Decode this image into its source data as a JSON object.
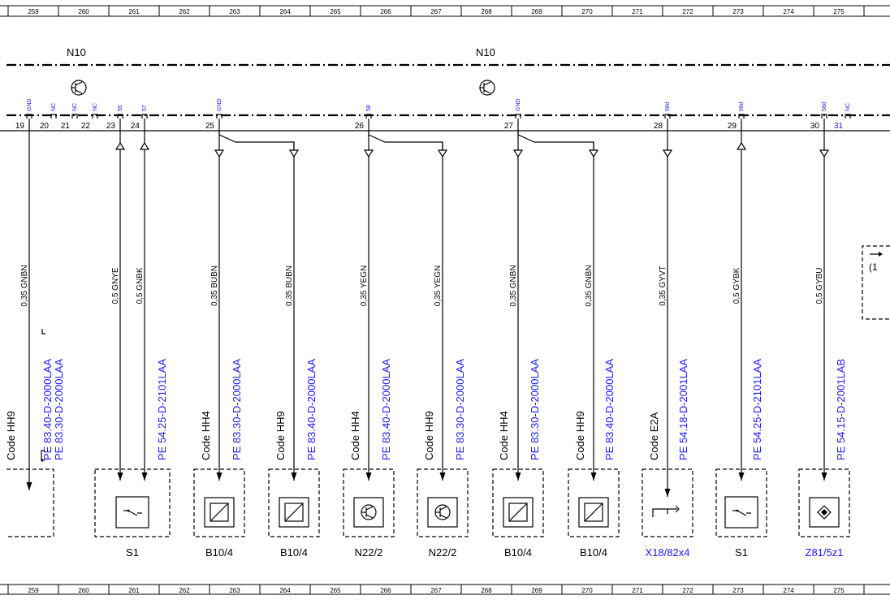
{
  "ruler": [
    "259",
    "260",
    "261",
    "262",
    "263",
    "264",
    "265",
    "266",
    "267",
    "268",
    "269",
    "270",
    "271",
    "272",
    "273",
    "274",
    "275"
  ],
  "module_labels": [
    "N10",
    "N10"
  ],
  "pins": [
    {
      "num": "19",
      "sig": "GND"
    },
    {
      "num": "20",
      "sig": "NC"
    },
    {
      "num": "21",
      "sig": "NC"
    },
    {
      "num": "22",
      "sig": "NC"
    },
    {
      "num": "23",
      "sig": "55"
    },
    {
      "num": "24",
      "sig": "57"
    },
    {
      "num": "25",
      "sig": "GND"
    },
    {
      "num": "26",
      "sig": "58"
    },
    {
      "num": "27",
      "sig": "GND"
    },
    {
      "num": "28",
      "sig": "58d"
    },
    {
      "num": "29",
      "sig": "58d"
    },
    {
      "num": "30",
      "sig": "58d"
    },
    {
      "num": "31",
      "sig": "NC"
    }
  ],
  "wires": [
    {
      "label": "0,35 GNBN"
    },
    {
      "label": "0,5 GNYE"
    },
    {
      "label": "0,5 GNBK"
    },
    {
      "label": "0,35 BUBN"
    },
    {
      "label": "0,35 BUBN"
    },
    {
      "label": "0,35 YEGN"
    },
    {
      "label": "0,35 YEGN"
    },
    {
      "label": "0,35 GNBN"
    },
    {
      "label": "0,35 GNBN"
    },
    {
      "label": "0,35 GYVT"
    },
    {
      "label": "0,5 GYBK"
    },
    {
      "label": "0,5 GYBU"
    }
  ],
  "codes": [
    "Code HH9",
    "Code HH4",
    "Code HH9",
    "Code HH4",
    "Code HH9",
    "Code HH4",
    "Code HH9",
    "Code E2A"
  ],
  "refs": [
    "PE 83.40-D-2000LAA",
    "PE 83.30-D-2000LAA",
    "PE 54.25-D-2101LAA",
    "PE 83.30-D-2000LAA",
    "PE 83.40-D-2000LAA",
    "PE 83.40-D-2000LAA",
    "PE 83.30-D-2000LAA",
    "PE 83.30-D-2000LAA",
    "PE 83.40-D-2000LAA",
    "PE 54.18-D-2001LAA",
    "PE 54.25-D-2101LAA",
    "PE 54.15-D-2001LAB"
  ],
  "components": [
    "S1",
    "B10/4",
    "B10/4",
    "N22/2",
    "N22/2",
    "B10/4",
    "B10/4",
    "X18/82x4",
    "S1",
    "Z81/5z1"
  ],
  "edge_ref": "(1",
  "colors": {
    "line": "#000000",
    "link_blue": "#1a1aff",
    "background": "#ffffff"
  },
  "icons": [
    "transistor-icon",
    "switch-icon",
    "sensor-icon",
    "ground-terminal-icon",
    "plug-connector-icon",
    "diamond-icon",
    "arrow-right-icon"
  ]
}
